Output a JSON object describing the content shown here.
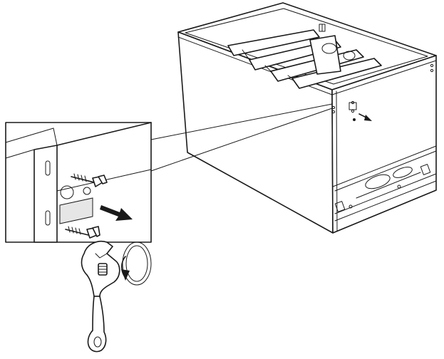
{
  "diagram": {
    "colors": {
      "line": "#1a1a1a",
      "background": "#ffffff",
      "shade": "#e6e6e6"
    },
    "parts": [
      "cabinet",
      "detail-callout",
      "screw",
      "adjustable-wrench",
      "rotation-arrow",
      "direction-arrow"
    ]
  }
}
